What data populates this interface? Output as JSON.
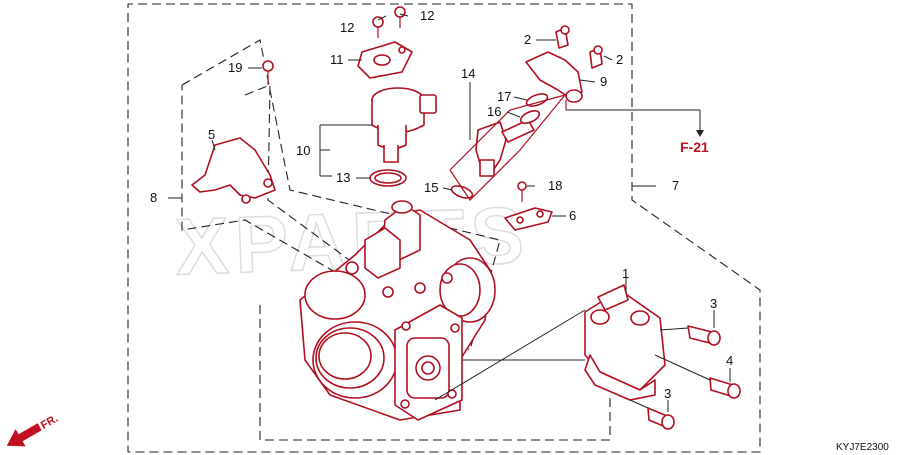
{
  "diagram": {
    "watermark": "XPARTS",
    "reference": "F-21",
    "code": "KYJ7E2300",
    "front_mark": "FR.",
    "callouts": {
      "p1": "1",
      "p2a": "2",
      "p2b": "2",
      "p3a": "3",
      "p3b": "3",
      "p4": "4",
      "p5": "5",
      "p6": "6",
      "p7": "7",
      "p8": "8",
      "p9": "9",
      "p10": "10",
      "p11": "11",
      "p12a": "12",
      "p12b": "12",
      "p13": "13",
      "p14": "14",
      "p15": "15",
      "p16": "16",
      "p17": "17",
      "p18": "18",
      "p19": "19"
    }
  },
  "colors": {
    "part_outline": "#b01020",
    "leader": "#222222",
    "reference": "#c01020"
  }
}
